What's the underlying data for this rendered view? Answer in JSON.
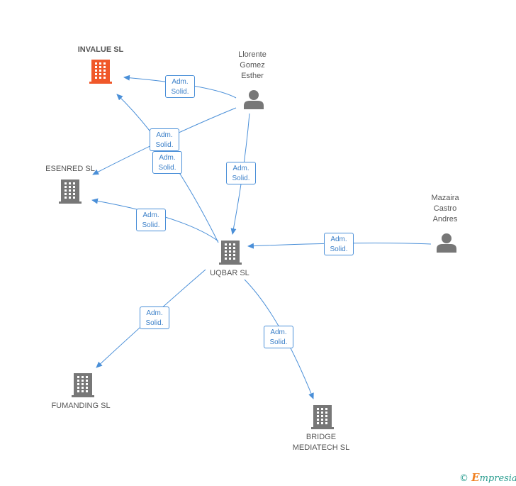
{
  "colors": {
    "edge": "#4a8fd8",
    "company_icon": "#777777",
    "focus_company_icon": "#f0582a",
    "person_icon": "#777777"
  },
  "nodes": {
    "invalue": {
      "label": "INVALUE SL",
      "type": "company",
      "focus": true
    },
    "llorente": {
      "label_lines": [
        "Llorente",
        "Gomez",
        "Esther"
      ],
      "type": "person"
    },
    "esenred": {
      "label": "ESENRED SL",
      "type": "company"
    },
    "uqbar": {
      "label": "UQBAR SL",
      "type": "company"
    },
    "mazaira": {
      "label_lines": [
        "Mazaira",
        "Castro",
        "Andres"
      ],
      "type": "person"
    },
    "fumanding": {
      "label": "FUMANDING  SL",
      "type": "company"
    },
    "bridge": {
      "label_lines": [
        "BRIDGE",
        "MEDIATECH SL"
      ],
      "type": "company"
    }
  },
  "edges": [
    {
      "from": "llorente",
      "to": "invalue",
      "line1": "Adm.",
      "line2": "Solid."
    },
    {
      "from": "llorente",
      "to": "esenred",
      "line1": "Adm.",
      "line2": "Solid."
    },
    {
      "from": "uqbar",
      "to": "invalue",
      "line1": "Adm.",
      "line2": "Solid."
    },
    {
      "from": "llorente",
      "to": "uqbar",
      "line1": "Adm.",
      "line2": "Solid."
    },
    {
      "from": "uqbar",
      "to": "esenred",
      "line1": "Adm.",
      "line2": "Solid."
    },
    {
      "from": "mazaira",
      "to": "uqbar",
      "line1": "Adm.",
      "line2": "Solid."
    },
    {
      "from": "uqbar",
      "to": "fumanding",
      "line1": "Adm.",
      "line2": "Solid."
    },
    {
      "from": "uqbar",
      "to": "bridge",
      "line1": "Adm.",
      "line2": "Solid."
    }
  ],
  "footer": {
    "copyright": "©",
    "brand_initial": "E",
    "brand_rest": "mpresia"
  }
}
